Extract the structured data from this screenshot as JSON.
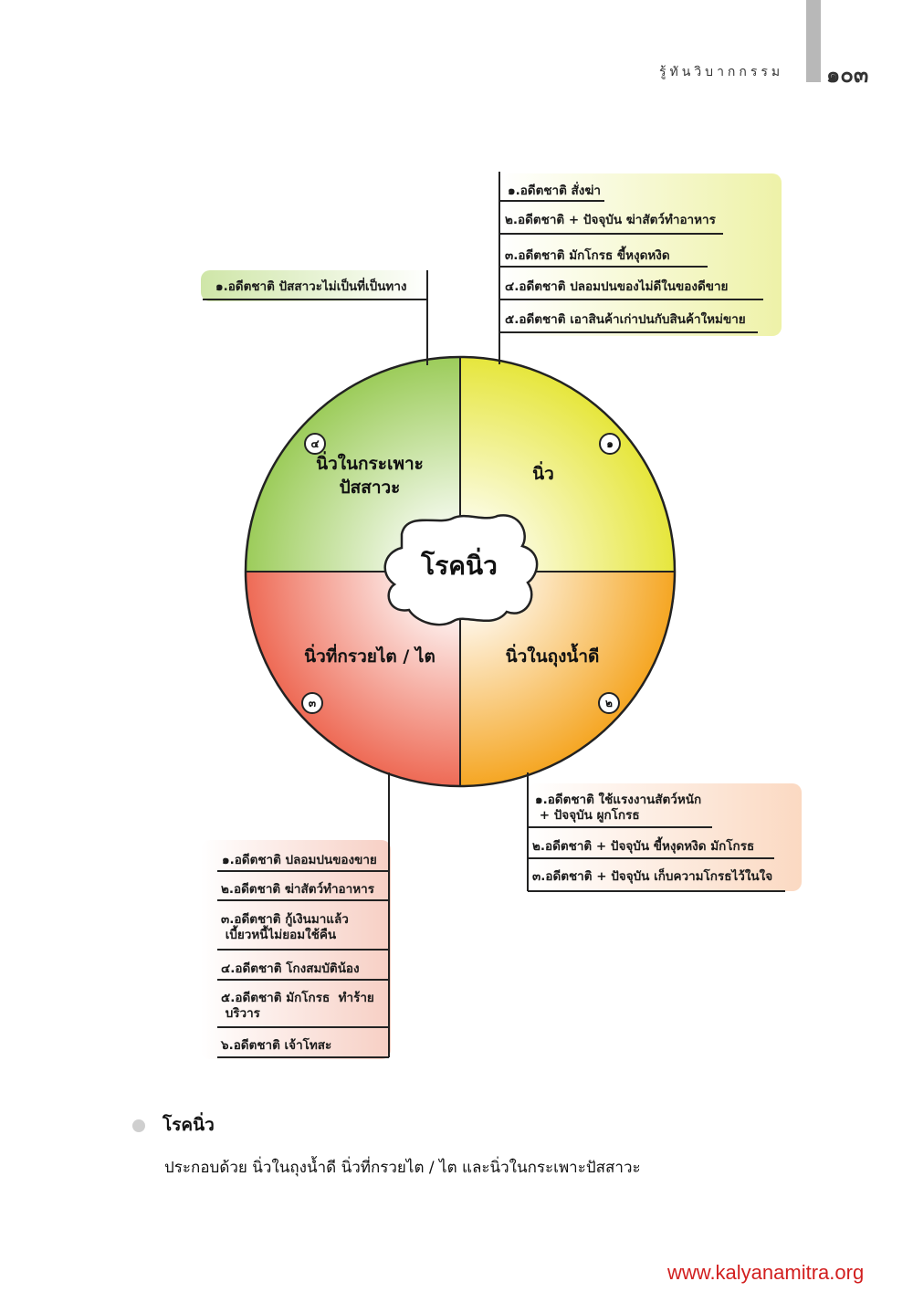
{
  "header": {
    "book_title": "รู้ทันวิบากกรรม",
    "page_number": "๑๐๓"
  },
  "diagram": {
    "center": "โรคนิ่ว",
    "segments": [
      {
        "number": "๑",
        "label": "นิ่ว",
        "color": "#e6e63c",
        "causes": [
          "๑.อดีตชาติ สั่งฆ่า",
          "๒.อดีตชาติ + ปัจจุบัน ฆ่าสัตว์ทำอาหาร",
          "๓.อดีตชาติ มักโกรธ ขี้หงุดหงิด",
          "๔.อดีตชาติ ปลอมปนของไม่ดีในของดีขาย",
          "๕.อดีตชาติ เอาสินค้าเก่าปนกับสินค้าใหม่ขาย"
        ]
      },
      {
        "number": "๒",
        "label": "นิ่วในถุงน้ำดี",
        "color": "#f5a623",
        "causes": [
          "๑.อดีตชาติ ใช้แรงงานสัตว์หนัก\n + ปัจจุบัน ผูกโกรธ",
          "๒.อดีตชาติ + ปัจจุบัน ขี้หงุดหงิด  มักโกรธ",
          "๓.อดีตชาติ + ปัจจุบัน เก็บความโกรธไว้ในใจ"
        ]
      },
      {
        "number": "๓",
        "label": "นิ่วที่กรวยไต / ไต",
        "color": "#ee6a55",
        "causes": [
          "๑.อดีตชาติ ปลอมปนของขาย",
          "๒.อดีตชาติ ฆ่าสัตว์ทำอาหาร",
          "๓.อดีตชาติ กู้เงินมาแล้ว\n เบี้ยวหนี้ไม่ยอมใช้คืน",
          "๔.อดีตชาติ โกงสมบัติน้อง",
          "๕.อดีตชาติ มักโกรธ  ทำร้าย\n บริวาร",
          "๖.อดีตชาติ เจ้าโทสะ"
        ]
      },
      {
        "number": "๔",
        "label": "นิ่วในกระเพาะ\nปัสสาวะ",
        "color": "#9ccc5a",
        "causes": [
          "๑.อดีตชาติ ปัสสาวะไม่เป็นที่เป็นทาง"
        ]
      }
    ]
  },
  "section": {
    "title": "โรคนิ่ว",
    "body": "ประกอบด้วย นิ่วในถุงน้ำดี นิ่วที่กรวยไต / ไต และนิ่วในกระเพาะปัสสาวะ"
  },
  "footer": {
    "url": "www.kalyanamitra.org",
    "color": "#d21f1f"
  }
}
